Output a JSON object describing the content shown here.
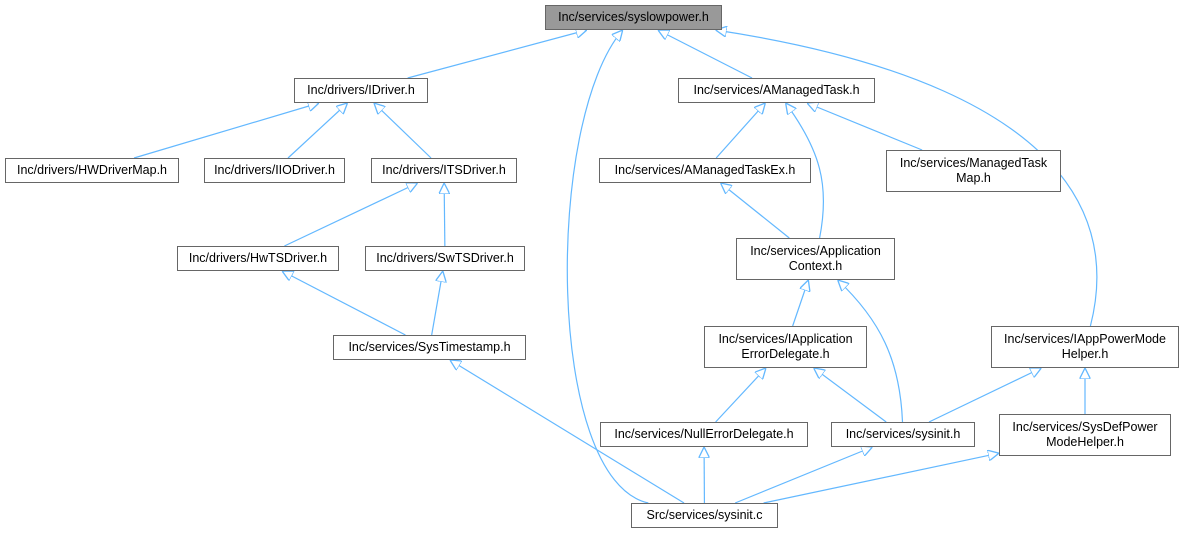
{
  "graph": {
    "nodes": [
      {
        "id": "syslowpower",
        "lines": [
          "Inc/services/syslowpower.h"
        ],
        "highlighted": true
      },
      {
        "id": "idriver",
        "lines": [
          "Inc/drivers/IDriver.h"
        ]
      },
      {
        "id": "amanagedtask",
        "lines": [
          "Inc/services/AManagedTask.h"
        ]
      },
      {
        "id": "hwdrivermap",
        "lines": [
          "Inc/drivers/HWDriverMap.h"
        ]
      },
      {
        "id": "iiodriver",
        "lines": [
          "Inc/drivers/IIODriver.h"
        ]
      },
      {
        "id": "itsdriver",
        "lines": [
          "Inc/drivers/ITSDriver.h"
        ]
      },
      {
        "id": "amanagedtaskex",
        "lines": [
          "Inc/services/AManagedTaskEx.h"
        ]
      },
      {
        "id": "managedtaskmap",
        "lines": [
          "Inc/services/ManagedTask",
          "Map.h"
        ]
      },
      {
        "id": "hwtsdriver",
        "lines": [
          "Inc/drivers/HwTSDriver.h"
        ]
      },
      {
        "id": "swtsdriver",
        "lines": [
          "Inc/drivers/SwTSDriver.h"
        ]
      },
      {
        "id": "appcontext",
        "lines": [
          "Inc/services/Application",
          "Context.h"
        ]
      },
      {
        "id": "systimestamp",
        "lines": [
          "Inc/services/SysTimestamp.h"
        ]
      },
      {
        "id": "iapperrdel",
        "lines": [
          "Inc/services/IApplication",
          "ErrorDelegate.h"
        ]
      },
      {
        "id": "iapppower",
        "lines": [
          "Inc/services/IAppPowerMode",
          "Helper.h"
        ]
      },
      {
        "id": "nullerrdel",
        "lines": [
          "Inc/services/NullErrorDelegate.h"
        ]
      },
      {
        "id": "sysinith",
        "lines": [
          "Inc/services/sysinit.h"
        ]
      },
      {
        "id": "sysdefpower",
        "lines": [
          "Inc/services/SysDefPower",
          "ModeHelper.h"
        ]
      },
      {
        "id": "sysinitc",
        "lines": [
          "Src/services/sysinit.c"
        ]
      }
    ],
    "edges": [
      [
        "idriver",
        "syslowpower"
      ],
      [
        "sysinitc",
        "syslowpower"
      ],
      [
        "amanagedtask",
        "syslowpower"
      ],
      [
        "iapppower",
        "syslowpower"
      ],
      [
        "hwdrivermap",
        "idriver"
      ],
      [
        "iiodriver",
        "idriver"
      ],
      [
        "itsdriver",
        "idriver"
      ],
      [
        "hwtsdriver",
        "itsdriver"
      ],
      [
        "swtsdriver",
        "itsdriver"
      ],
      [
        "systimestamp",
        "hwtsdriver"
      ],
      [
        "systimestamp",
        "swtsdriver"
      ],
      [
        "sysinitc",
        "systimestamp"
      ],
      [
        "amanagedtaskex",
        "amanagedtask"
      ],
      [
        "appcontext",
        "amanagedtask"
      ],
      [
        "managedtaskmap",
        "amanagedtask"
      ],
      [
        "appcontext",
        "amanagedtaskex"
      ],
      [
        "iapperrdel",
        "appcontext"
      ],
      [
        "sysinith",
        "appcontext"
      ],
      [
        "nullerrdel",
        "iapperrdel"
      ],
      [
        "sysinith",
        "iapperrdel"
      ],
      [
        "sysinitc",
        "nullerrdel"
      ],
      [
        "sysinitc",
        "sysinith"
      ],
      [
        "sysinith",
        "iapppower"
      ],
      [
        "sysdefpower",
        "iapppower"
      ],
      [
        "sysinitc",
        "sysdefpower"
      ]
    ]
  },
  "colors": {
    "edge": "#63b8ff",
    "border": "#666666",
    "root_fill": "#999999",
    "node_fill": "#ffffff"
  }
}
